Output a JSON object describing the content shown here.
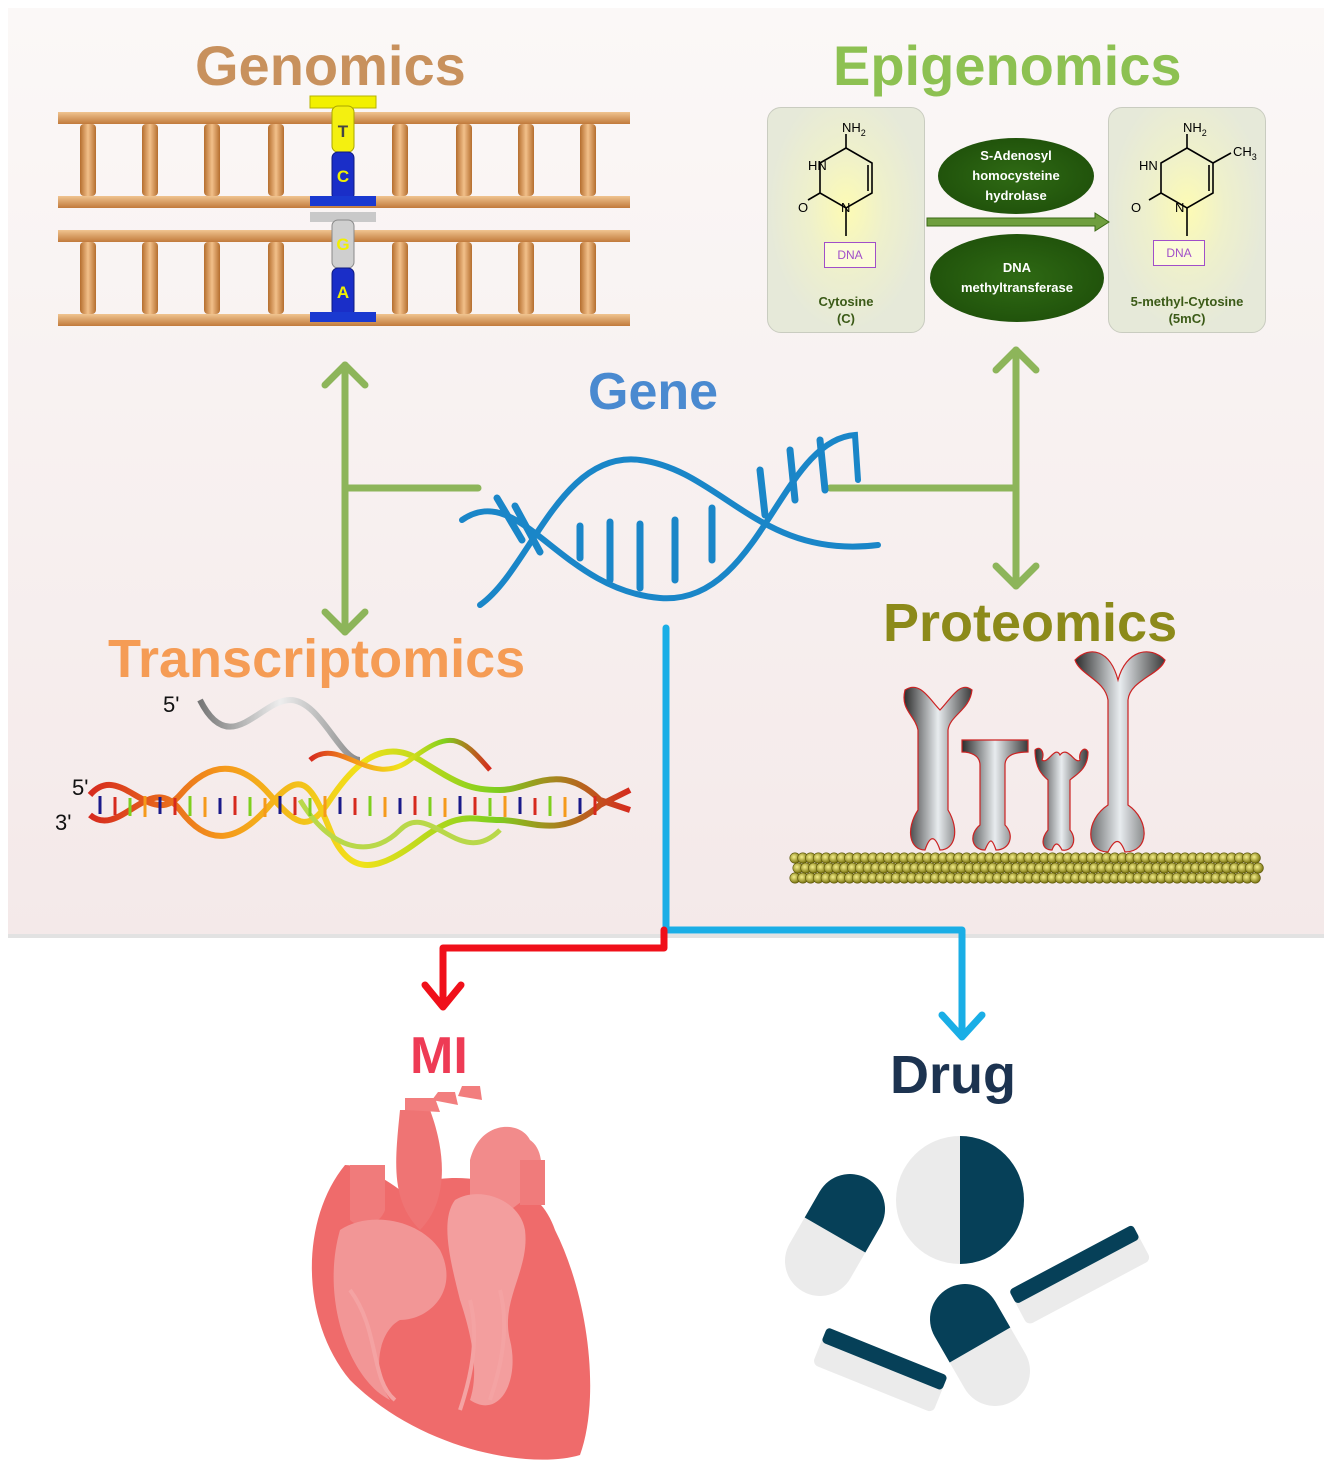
{
  "labels": {
    "genomics": "Genomics",
    "epigenomics": "Epigenomics",
    "gene": "Gene",
    "proteomics": "Proteomics",
    "transcriptomics": "Transcriptomics",
    "mi": "MI",
    "drug": "Drug"
  },
  "genomics": {
    "bases": [
      "T",
      "C",
      "G",
      "A"
    ]
  },
  "epigenomics": {
    "left_caption_1": "Cytosine",
    "left_caption_2": "(C)",
    "right_caption_1": "5-methyl-Cytosine",
    "right_caption_2": "(5mC)",
    "dna_tag": "DNA",
    "enzyme_top_1": "S-Adenosyl",
    "enzyme_top_2": "homocysteine",
    "enzyme_top_3": "hydrolase",
    "enzyme_bottom_1": "DNA",
    "enzyme_bottom_2": "methyltransferase",
    "nh2": "NH",
    "ch3": "CH",
    "hn": "HN",
    "n": "N",
    "o": "O",
    "sub2": "2",
    "sub3": "3"
  },
  "transcriptomics": {
    "five_prime_top": "5'",
    "five_prime": "5'",
    "three_prime": "3'"
  },
  "colors": {
    "genomics": "#c8915d",
    "epigenomics": "#8dc152",
    "gene": "#4a8ad0",
    "proteomics": "#8c8a1a",
    "transcriptomics": "#f59c55",
    "mi": "#ee3b55",
    "drug": "#1c3350",
    "connector_green": "#8db55a",
    "connector_blue": "#1aaee6",
    "connector_red": "#f0101a"
  }
}
